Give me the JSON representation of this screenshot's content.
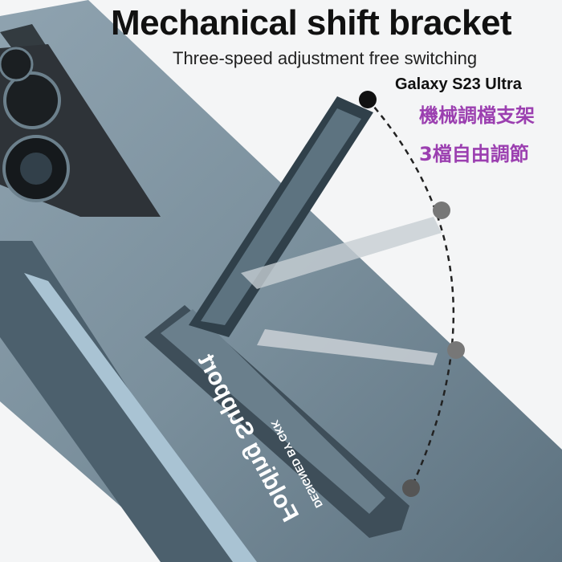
{
  "headline": {
    "title": "Mechanical shift bracket",
    "subtitle": "Three-speed adjustment free switching",
    "model": "Galaxy S23 Ultra",
    "chinese_line1": "機械調檔支架",
    "chinese_line2": "3檔自由調節"
  },
  "product": {
    "brand_text": "Folding Support",
    "brand_subtext": "DESIGNED BY GKK",
    "stand_positions": 3
  },
  "colors": {
    "case": "#6f8594",
    "accent_text": "#9b3fb0"
  }
}
